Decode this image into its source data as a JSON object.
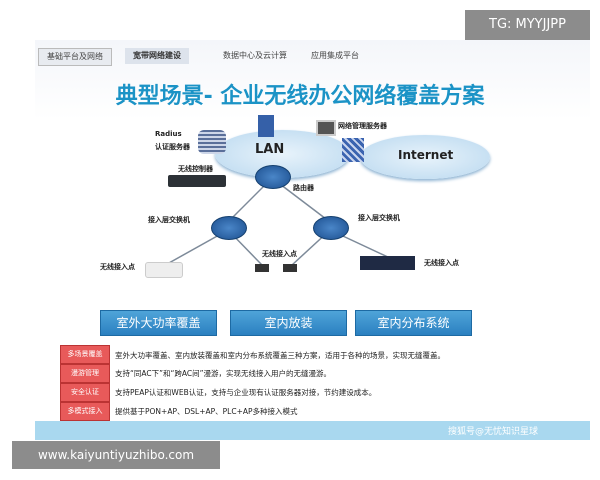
{
  "watermark_top": "TG: MYYJJPP",
  "watermark_bottom": "www.kaiyuntiyuzhibo.com",
  "nav": {
    "tabs": [
      "基础平台及网络",
      "宽带网络建设",
      "数据中心及云计算",
      "应用集成平台"
    ],
    "active": 1
  },
  "title": "典型场景- 企业无线办公网络覆盖方案",
  "diagram": {
    "radius": "Radius",
    "auth_server": "认证服务器",
    "lan": "LAN",
    "internet": "Internet",
    "nms": "网络管理服务器",
    "controller": "无线控制器",
    "router": "路由器",
    "switch_left": "接入层交换机",
    "switch_right": "接入层交换机",
    "ap_left": "无线接入点",
    "ap_mid": "无线接入点",
    "ap_right": "无线接入点"
  },
  "scenarios": [
    "室外大功率覆盖",
    "室内放装",
    "室内分布系统"
  ],
  "features": [
    {
      "tag": "多场景覆盖",
      "text": "室外大功率覆盖、室内放装覆盖和室内分布系统覆盖三种方案，适用于各种的场景，实现无缝覆盖。"
    },
    {
      "tag": "漫游管理",
      "text": "支持“同AC下”和“跨AC间”漫游，实现无线接入用户的无缝漫游。"
    },
    {
      "tag": "安全认证",
      "text": "支持PEAP认证和WEB认证，支持与企业现有认证服务器对接，节约建设成本。"
    },
    {
      "tag": "多模式接入",
      "text": "提供基于PON+AP、DSL+AP、PLC+AP多种接入模式"
    }
  ],
  "footer_credit": "搜狐号@无忧知识星球",
  "colors": {
    "title": "#1b93c6",
    "tag": "#e85a5a",
    "footer": "#a9d8ef"
  }
}
